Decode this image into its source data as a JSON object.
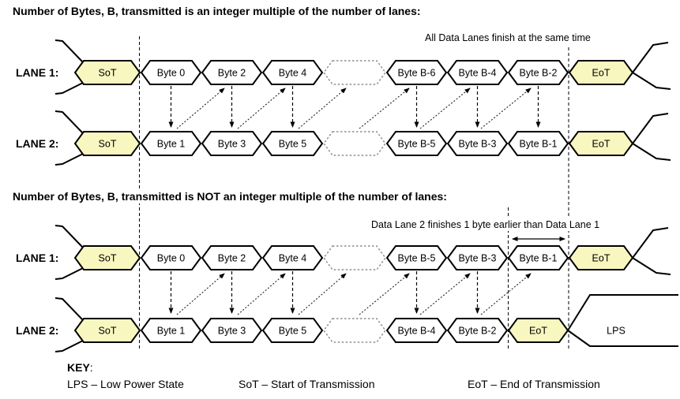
{
  "titles": {
    "case1": "Number of Bytes, B, transmitted is an integer multiple of the number of lanes:",
    "case2": "Number of Bytes, B, transmitted is NOT an integer multiple of the number of lanes:"
  },
  "annotations": {
    "case1": "All Data Lanes finish at the same time",
    "case2": "Data Lane 2 finishes 1 byte earlier than Data Lane 1"
  },
  "lanes": {
    "lane1_label": "LANE 1:",
    "lane2_label": "LANE 2:"
  },
  "diagram1": {
    "lane1": {
      "sot": "SoT",
      "b0": "Byte 0",
      "b1": "Byte 2",
      "b2": "Byte 4",
      "b3": "Byte B-6",
      "b4": "Byte B-4",
      "b5": "Byte B-2",
      "eot": "EoT"
    },
    "lane2": {
      "sot": "SoT",
      "b0": "Byte 1",
      "b1": "Byte 3",
      "b2": "Byte 5",
      "b3": "Byte B-5",
      "b4": "Byte B-3",
      "b5": "Byte B-1",
      "eot": "EoT"
    }
  },
  "diagram2": {
    "lane1": {
      "sot": "SoT",
      "b0": "Byte 0",
      "b1": "Byte 2",
      "b2": "Byte 4",
      "b3": "Byte B-5",
      "b4": "Byte B-3",
      "b5": "Byte B-1",
      "eot": "EoT"
    },
    "lane2": {
      "sot": "SoT",
      "b0": "Byte 1",
      "b1": "Byte 3",
      "b2": "Byte 5",
      "b3": "Byte B-4",
      "b4": "Byte B-2",
      "eot": "EoT",
      "lps": "LPS"
    }
  },
  "key": {
    "heading": "KEY",
    "colon": ":",
    "lps": "LPS – Low Power State",
    "sot": "SoT – Start of Transmission",
    "eot": "EoT – End of Transmission"
  },
  "colors": {
    "control_fill": "#F9F7C0",
    "byte_fill": "#FFFFFF",
    "line": "#000000"
  }
}
